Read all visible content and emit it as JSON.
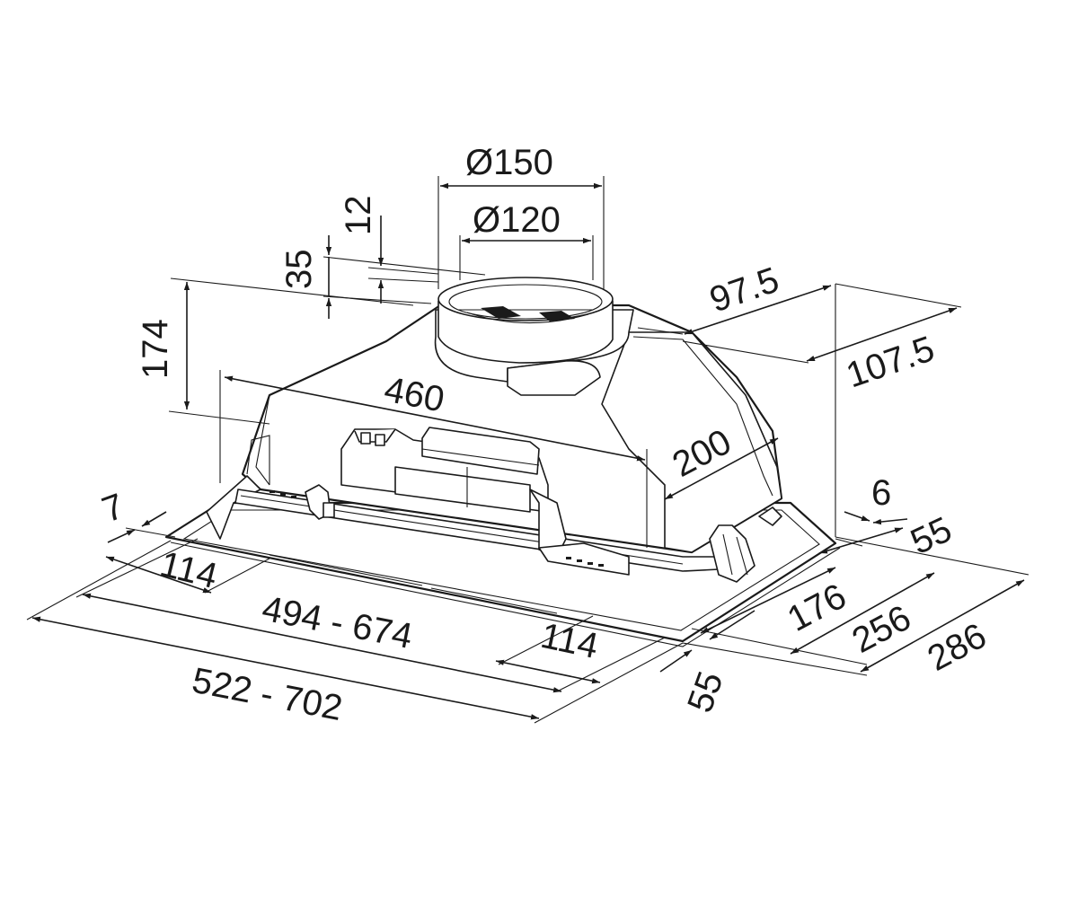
{
  "dimensions": {
    "dia_outer": "Ø150",
    "dia_inner": "Ø120",
    "d12": "12",
    "d35": "35",
    "d174": "174",
    "d460": "460",
    "d97_5": "97.5",
    "d107_5": "107.5",
    "d200": "200",
    "d6": "6",
    "d7": "7",
    "d55_right": "55",
    "d176": "176",
    "d256": "256",
    "d286": "286",
    "d55_bottom": "55",
    "d114_left": "114",
    "d114_right": "114",
    "d494_674": "494 - 674",
    "d522_702": "522 - 702"
  }
}
